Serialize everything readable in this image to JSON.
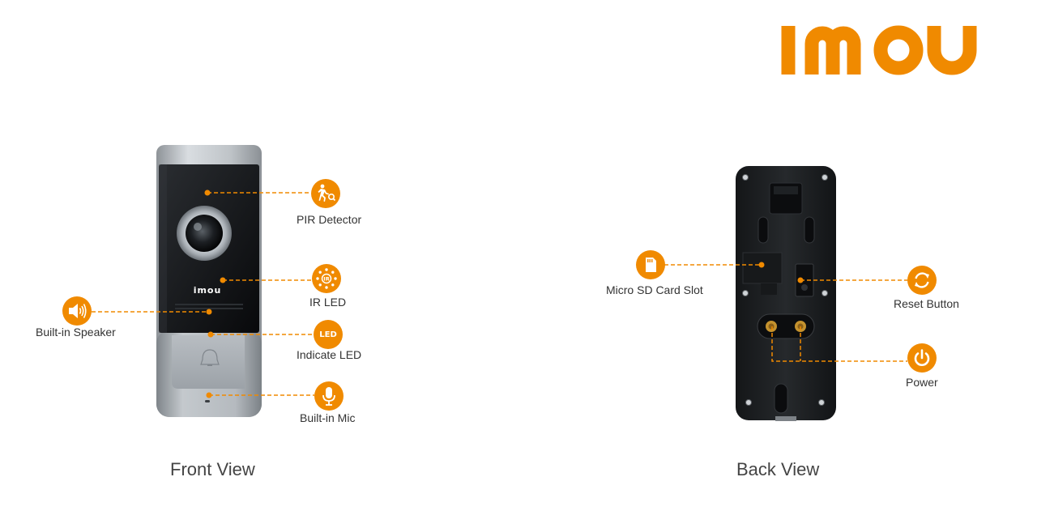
{
  "brand": {
    "logo_text": "imou",
    "accent_color": "#f08a00"
  },
  "front_view": {
    "title": "Front View",
    "callouts": [
      {
        "id": "pir",
        "label": "PIR Detector",
        "icon": "pir-motion-icon"
      },
      {
        "id": "ir",
        "label": "IR LED",
        "icon": "ir-led-icon"
      },
      {
        "id": "speaker",
        "label": "Built-in Speaker",
        "icon": "speaker-icon"
      },
      {
        "id": "led",
        "label": "Indicate LED",
        "icon": "led-badge-icon",
        "icon_text": "LED"
      },
      {
        "id": "mic",
        "label": "Built-in Mic",
        "icon": "microphone-icon"
      }
    ],
    "device": {
      "brand_text": "imou"
    }
  },
  "back_view": {
    "title": "Back View",
    "callouts": [
      {
        "id": "sd",
        "label": "Micro SD Card Slot",
        "icon": "sd-card-icon"
      },
      {
        "id": "reset",
        "label": "Reset Button",
        "icon": "reset-icon"
      },
      {
        "id": "power",
        "label": "Power",
        "icon": "power-icon"
      }
    ]
  }
}
